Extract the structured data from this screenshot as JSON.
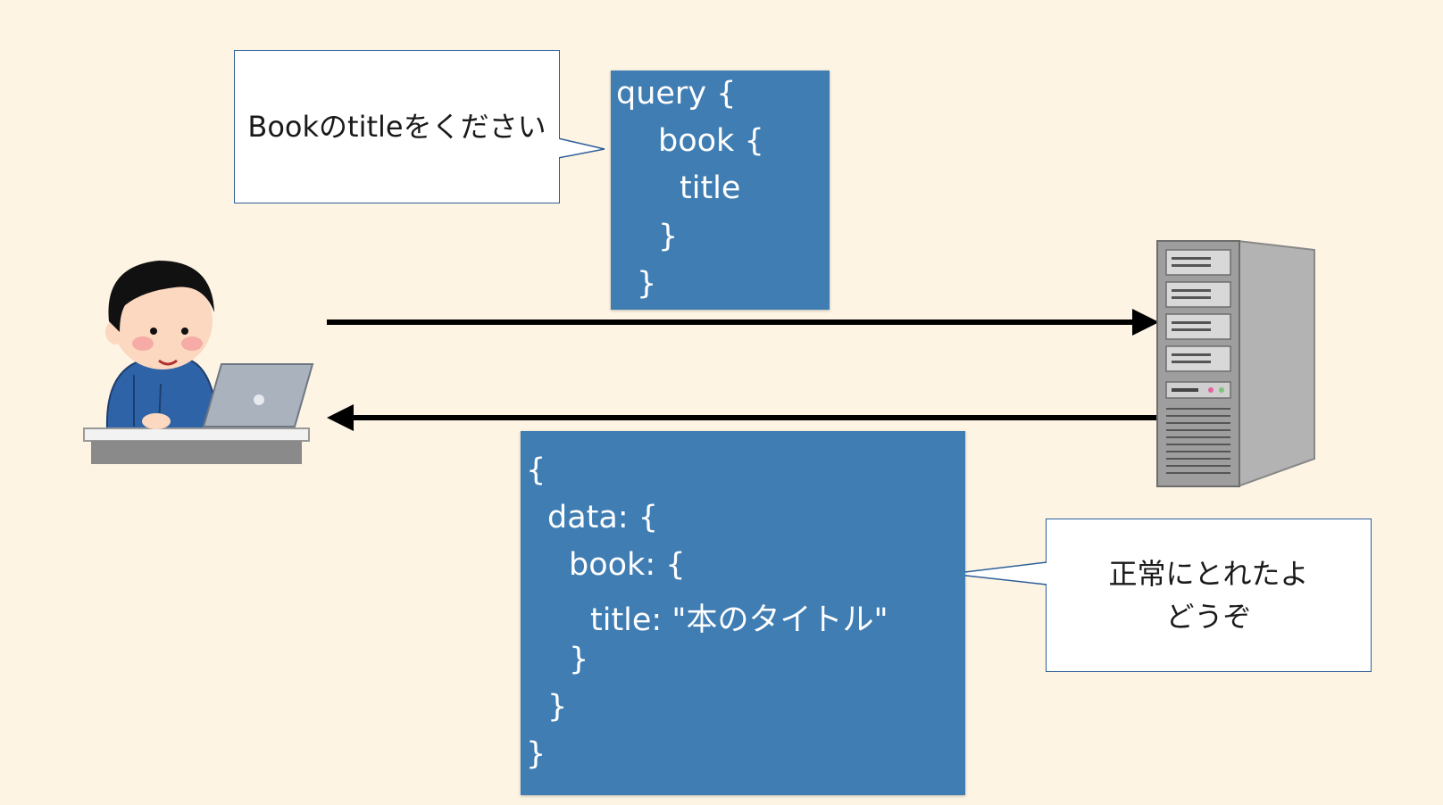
{
  "request": {
    "bubble_text": "Bookのtitleをください",
    "code_lines": [
      "query {",
      "book {",
      "title",
      "}",
      "}"
    ]
  },
  "response": {
    "code_lines": [
      "{",
      "data: {",
      "book: {",
      "title: \"本のタイトル\"",
      "}",
      "}",
      "}"
    ],
    "bubble_lines": [
      "正常にとれたよ",
      "どうぞ"
    ]
  },
  "icons": {
    "client": "person-with-laptop-icon",
    "server": "server-tower-icon"
  },
  "colors": {
    "background": "#fdf4e3",
    "code_block": "#3f7db3",
    "arrow": "#000000"
  }
}
